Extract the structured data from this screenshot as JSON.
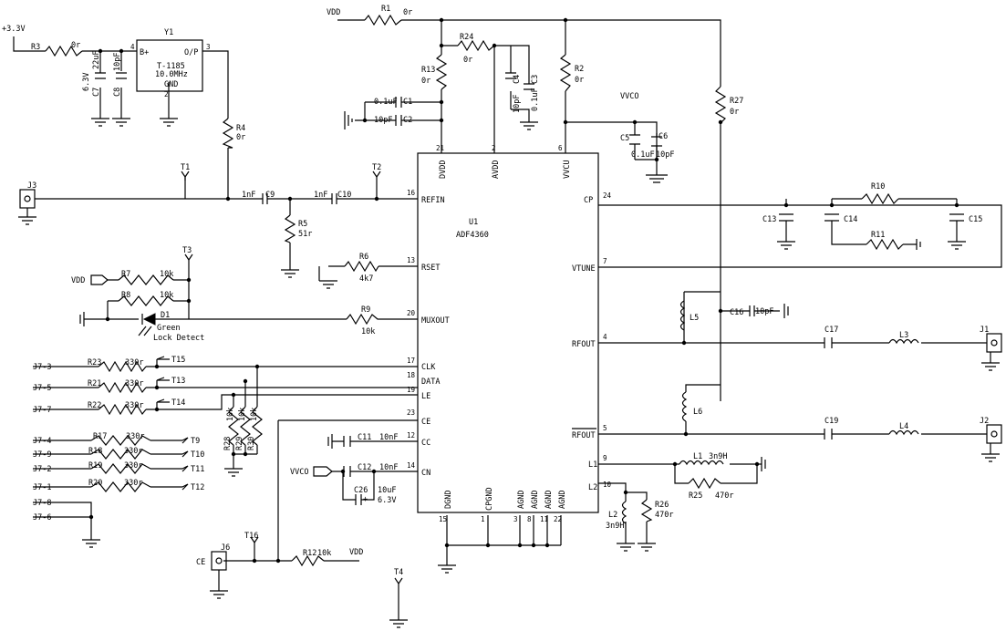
{
  "chip": {
    "ref": "U1",
    "part": "ADF4360"
  },
  "pins": {
    "refin": {
      "name": "REFIN",
      "num": "16"
    },
    "rset": {
      "name": "RSET",
      "num": "13"
    },
    "muxout": {
      "name": "MUXOUT",
      "num": "20"
    },
    "clk": {
      "name": "CLK",
      "num": "17"
    },
    "data": {
      "name": "DATA",
      "num": "18"
    },
    "le": {
      "name": "LE",
      "num": "19"
    },
    "ce": {
      "name": "CE",
      "num": "23"
    },
    "cc": {
      "name": "CC",
      "num": "12"
    },
    "cn": {
      "name": "CN",
      "num": "14"
    },
    "dvdd": {
      "name": "DVDD",
      "num": "21"
    },
    "avdd": {
      "name": "AVDD",
      "num": "2"
    },
    "vvcu": {
      "name": "VVCU",
      "num": "6"
    },
    "cp": {
      "name": "CP",
      "num": "24"
    },
    "vtune": {
      "name": "VTUNE",
      "num": "7"
    },
    "rfout": {
      "name": "RFOUT",
      "num": "4"
    },
    "rfoutb": {
      "name": "RFOUT",
      "num": "5"
    },
    "l1": {
      "name": "L1",
      "num": "9"
    },
    "l2": {
      "name": "L2",
      "num": "10"
    },
    "dgnd": {
      "name": "DGND",
      "num": "15"
    },
    "cpgnd": {
      "name": "CPGND",
      "num": "1"
    },
    "agnd3": {
      "name": "AGND",
      "num": "3"
    },
    "agnd8": {
      "name": "AGND",
      "num": "8"
    },
    "agnd11": {
      "name": "AGND",
      "num": "11"
    },
    "agnd22": {
      "name": "AGND",
      "num": "22"
    }
  },
  "osc": {
    "ref": "Y1",
    "part": "T-1185",
    "freq": "10.0MHz",
    "vin": "B+",
    "out": "O/P",
    "gnd": "GND",
    "pin4": "4",
    "pin3": "3",
    "pin2": "2"
  },
  "nets": {
    "p33": "+3.3V",
    "vdd_top": "VDD",
    "vdd_r7": "VDD",
    "vdd_r12": "VDD",
    "vvco_c5": "VVCO",
    "vvco_cn": "VVCO",
    "ce": "CE"
  },
  "res": {
    "r1": {
      "ref": "R1",
      "val": "0r"
    },
    "r2": {
      "ref": "R2",
      "val": "0r"
    },
    "r3": {
      "ref": "R3",
      "val": "0r"
    },
    "r4": {
      "ref": "R4",
      "val": "0r"
    },
    "r5": {
      "ref": "R5",
      "val": "51r"
    },
    "r6": {
      "ref": "R6",
      "val": "4k7"
    },
    "r7": {
      "ref": "R7",
      "val": "10k"
    },
    "r8": {
      "ref": "R8",
      "val": "10k"
    },
    "r9": {
      "ref": "R9",
      "val": "10k"
    },
    "r10": {
      "ref": "R10",
      "val": ""
    },
    "r11": {
      "ref": "R11",
      "val": ""
    },
    "r12": {
      "ref": "R12",
      "val": "10k"
    },
    "r13": {
      "ref": "R13",
      "val": "0r"
    },
    "r24": {
      "ref": "R24",
      "val": "0r"
    },
    "r27": {
      "ref": "R27",
      "val": "0r"
    },
    "r25": {
      "ref": "R25",
      "val": "470r"
    },
    "r26": {
      "ref": "R26",
      "val": "470r"
    },
    "r28": {
      "ref": "R28",
      "val": "10k"
    },
    "r29": {
      "ref": "R29",
      "val": "10k"
    },
    "r30": {
      "ref": "R30",
      "val": "10k"
    },
    "r17": {
      "ref": "R17",
      "val": "330r"
    },
    "r18": {
      "ref": "R18",
      "val": "330r"
    },
    "r19": {
      "ref": "R19",
      "val": "330r"
    },
    "r20": {
      "ref": "R20",
      "val": "330r"
    },
    "r21": {
      "ref": "R21",
      "val": "330r"
    },
    "r22": {
      "ref": "R22",
      "val": "330r"
    },
    "r23": {
      "ref": "R23",
      "val": "330r"
    }
  },
  "caps": {
    "c1": {
      "ref": "C1",
      "val": "0.1uF"
    },
    "c2": {
      "ref": "C2",
      "val": "10pF"
    },
    "c3": {
      "ref": "C3",
      "val": "0.1uF"
    },
    "c4": {
      "ref": "C4",
      "val": "10pF"
    },
    "c5": {
      "ref": "C5",
      "val": "0.1uF"
    },
    "c6": {
      "ref": "C6",
      "val": "10pF"
    },
    "c7": {
      "ref": "C7",
      "val": "22uF",
      "volt": "6.3V"
    },
    "c8": {
      "ref": "C8",
      "val": "10pF"
    },
    "c9": {
      "ref": "C9",
      "val": "1nF"
    },
    "c10": {
      "ref": "C10",
      "val": "1nF"
    },
    "c11": {
      "ref": "C11",
      "val": "10nF"
    },
    "c12": {
      "ref": "C12",
      "val": "10nF"
    },
    "c13": {
      "ref": "C13",
      "val": ""
    },
    "c14": {
      "ref": "C14",
      "val": ""
    },
    "c15": {
      "ref": "C15",
      "val": ""
    },
    "c16": {
      "ref": "C16",
      "val": "10pF"
    },
    "c17": {
      "ref": "C17",
      "val": ""
    },
    "c19": {
      "ref": "C19",
      "val": ""
    },
    "c26": {
      "ref": "C26",
      "val": "10uF",
      "volt": "6.3V"
    }
  },
  "inductors": {
    "l1": {
      "ref": "L1",
      "val": "3n9H"
    },
    "l2": {
      "ref": "L2",
      "val": "3n9H"
    },
    "l3": {
      "ref": "L3",
      "val": ""
    },
    "l4": {
      "ref": "L4",
      "val": ""
    },
    "l5": {
      "ref": "L5",
      "val": ""
    },
    "l6": {
      "ref": "L6",
      "val": ""
    }
  },
  "led": {
    "ref": "D1",
    "color": "Green",
    "label": "Lock Detect"
  },
  "tps": {
    "t1": "T1",
    "t2": "T2",
    "t3": "T3",
    "t4": "T4",
    "t9": "T9",
    "t10": "T10",
    "t11": "T11",
    "t12": "T12",
    "t13": "T13",
    "t14": "T14",
    "t15": "T15",
    "t16": "T16"
  },
  "conn": {
    "j1": "J1",
    "j2": "J2",
    "j3": "J3",
    "j6": "J6",
    "j7_3": "J7-3",
    "j7_5": "J7-5",
    "j7_7": "J7-7",
    "j7_4": "J7-4",
    "j7_9": "J7-9",
    "j7_2": "J7-2",
    "j7_1": "J7-1",
    "j7_8": "J7-8",
    "j7_6": "J7-6"
  }
}
